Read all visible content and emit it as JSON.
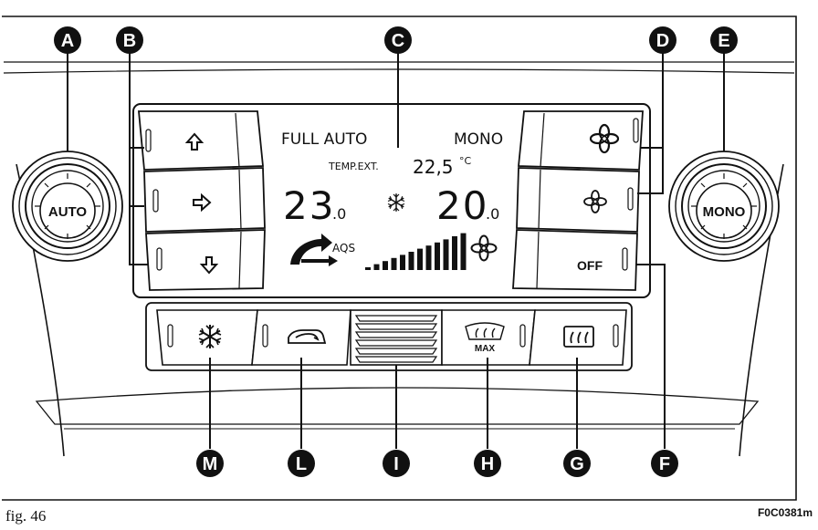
{
  "figure": {
    "caption": "fig. 46",
    "code": "F0C0381m"
  },
  "callouts": [
    "A",
    "B",
    "C",
    "D",
    "E",
    "F",
    "G",
    "H",
    "I",
    "L",
    "M"
  ],
  "knobs": {
    "left_label": "AUTO",
    "right_label": "MONO"
  },
  "display": {
    "full_auto": "FULL AUTO",
    "mono": "MONO",
    "temp_ext_label": "TEMP.EXT.",
    "temp_ext_value": "22,5",
    "temp_ext_unit": "°C",
    "temp_left": "23",
    "temp_left_decimal": ".0",
    "temp_right": "20",
    "temp_right_decimal": ".0",
    "aqs_label": "AQS"
  },
  "buttons": {
    "off_label": "OFF",
    "max_label": "MAX"
  },
  "colors": {
    "ink": "#111111",
    "panel": "#ffffff",
    "callout": "#111111"
  }
}
